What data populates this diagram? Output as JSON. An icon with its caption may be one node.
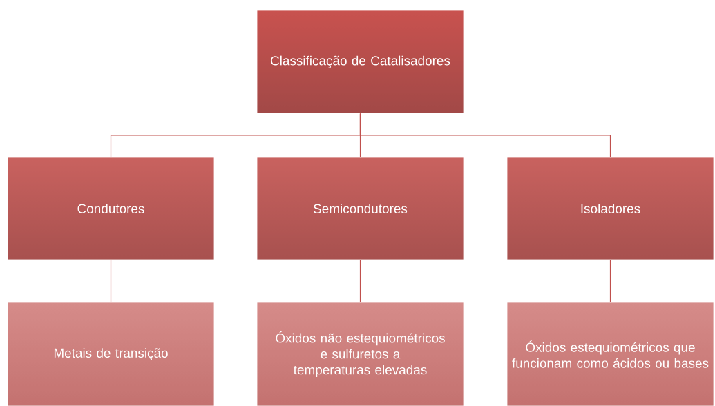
{
  "diagram": {
    "nodes": [
      {
        "text": [
          "Classificação de Catalisadores"
        ]
      },
      {
        "text": [
          "Condutores"
        ]
      },
      {
        "text": [
          "Semicondutores"
        ]
      },
      {
        "text": [
          "Isoladores"
        ]
      },
      {
        "text": [
          "Metais de transição"
        ]
      },
      {
        "text": [
          "Óxidos não estequiométricos e sulfuretos a temperaturas elevadas"
        ]
      },
      {
        "text": [
          "Óxidos estequiométricos que funcionam como ácidos ou bases"
        ]
      }
    ],
    "edges": [
      {
        "from": 0,
        "to": 1,
        "arrow": "none"
      },
      {
        "from": 0,
        "to": 2,
        "arrow": "none"
      },
      {
        "from": 0,
        "to": 3,
        "arrow": "none"
      },
      {
        "from": 1,
        "to": 4,
        "arrow": "none"
      },
      {
        "from": 2,
        "to": 5,
        "arrow": "none"
      },
      {
        "from": 3,
        "to": 6,
        "arrow": "none"
      }
    ]
  }
}
